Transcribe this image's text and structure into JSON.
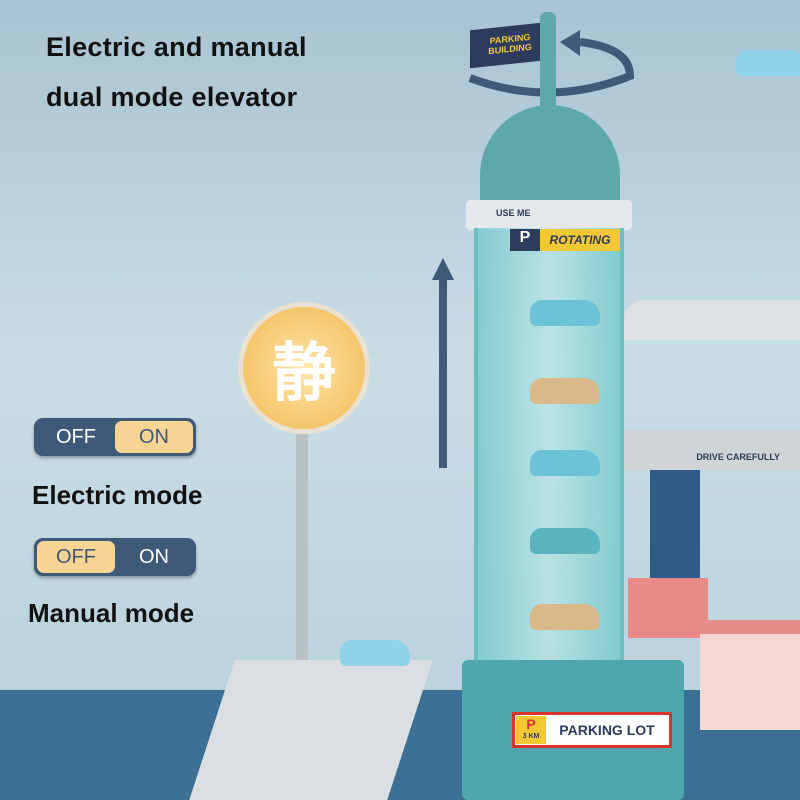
{
  "headline": {
    "line1": "Electric and manual",
    "line2": "dual mode elevator"
  },
  "electric_toggle": {
    "off_label": "OFF",
    "on_label": "ON",
    "selected": "ON"
  },
  "electric_label": "Electric mode",
  "manual_toggle": {
    "off_label": "OFF",
    "on_label": "ON",
    "selected": "OFF"
  },
  "manual_label": "Manual mode",
  "sign_char": "静",
  "toy": {
    "flag_text": "PARKING BUILDING",
    "use_me": "USE ME",
    "rotating": "ROTATING",
    "parking_badge": "P",
    "parking_lot": "PARKING LOT",
    "drive_carefully": "DRIVE CAREFULLY",
    "distance": "3 KM"
  },
  "colors": {
    "toggle_bg": "#3f5a78",
    "toggle_active": "#f8d595",
    "tower": "#5fa8a8"
  }
}
